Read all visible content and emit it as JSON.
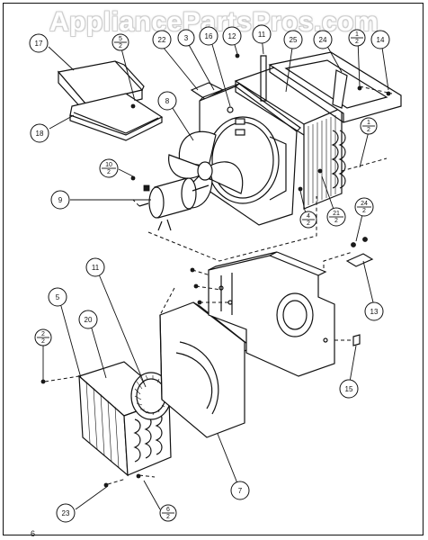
{
  "watermark": "AppliancePartsPros.com",
  "page_number": "6",
  "callouts": [
    {
      "id": "c17",
      "text": "17"
    },
    {
      "id": "c18",
      "text": "18"
    },
    {
      "id": "c22",
      "text": "22"
    },
    {
      "id": "c3",
      "text": "3"
    },
    {
      "id": "c16",
      "text": "16"
    },
    {
      "id": "c12",
      "text": "12"
    },
    {
      "id": "c11t",
      "text": "11"
    },
    {
      "id": "c25",
      "text": "25"
    },
    {
      "id": "c24",
      "text": "24"
    },
    {
      "id": "c14",
      "text": "14"
    },
    {
      "id": "c8",
      "text": "8"
    },
    {
      "id": "c9",
      "text": "9"
    },
    {
      "id": "c11",
      "text": "11"
    },
    {
      "id": "c5",
      "text": "5"
    },
    {
      "id": "c20",
      "text": "20"
    },
    {
      "id": "c13",
      "text": "13"
    },
    {
      "id": "c15",
      "text": "15"
    },
    {
      "id": "c7",
      "text": "7"
    },
    {
      "id": "c23",
      "text": "23"
    }
  ],
  "fractions": [
    {
      "id": "f5_2",
      "num": "5",
      "den": "2"
    },
    {
      "id": "f1_2a",
      "num": "1",
      "den": "2"
    },
    {
      "id": "f1_2b",
      "num": "1",
      "den": "2"
    },
    {
      "id": "f10_2",
      "num": "10",
      "den": "2"
    },
    {
      "id": "f4_2",
      "num": "4",
      "den": "2"
    },
    {
      "id": "f21_2",
      "num": "21",
      "den": "2"
    },
    {
      "id": "f24_2",
      "num": "24",
      "den": "2"
    },
    {
      "id": "f2_2",
      "num": "2",
      "den": "2"
    },
    {
      "id": "f6_2",
      "num": "6",
      "den": "2"
    }
  ]
}
